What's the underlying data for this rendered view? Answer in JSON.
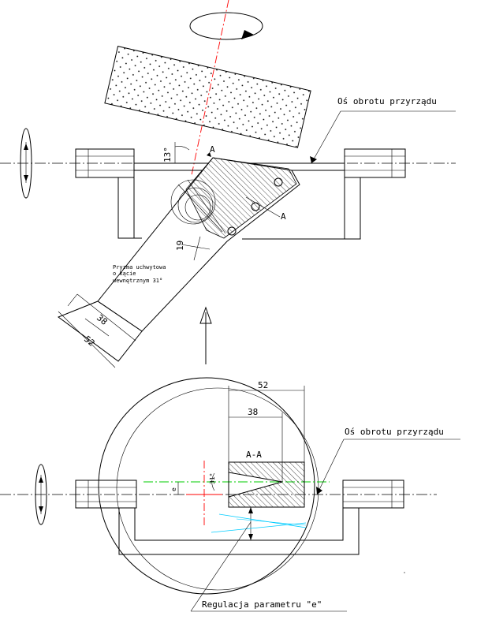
{
  "labels": {
    "axis_top": "Oś obrotu przyrządu",
    "axis_bottom": "Oś obrotu przyrządu",
    "prism_line1": "Pryzma uchwytowa",
    "prism_line2": "o kącie",
    "prism_line3": "wewnętrznym 31°",
    "regulation": "Regulacja parametru \"e\"",
    "section_mark": "A",
    "section_mark_2": "A",
    "section_title": "A-A"
  },
  "dimensions": {
    "tilt_angle": "13°",
    "dim_19": "19",
    "dim_38_top": "38",
    "dim_52_top": "52",
    "dim_52_bottom": "52",
    "dim_38_bottom": "38",
    "dim_e": "e",
    "dim_31": "31°"
  },
  "colors": {
    "line": "#000000",
    "center_red": "#ff0000",
    "green_line": "#00cc00",
    "cyan_line": "#00ccff"
  }
}
